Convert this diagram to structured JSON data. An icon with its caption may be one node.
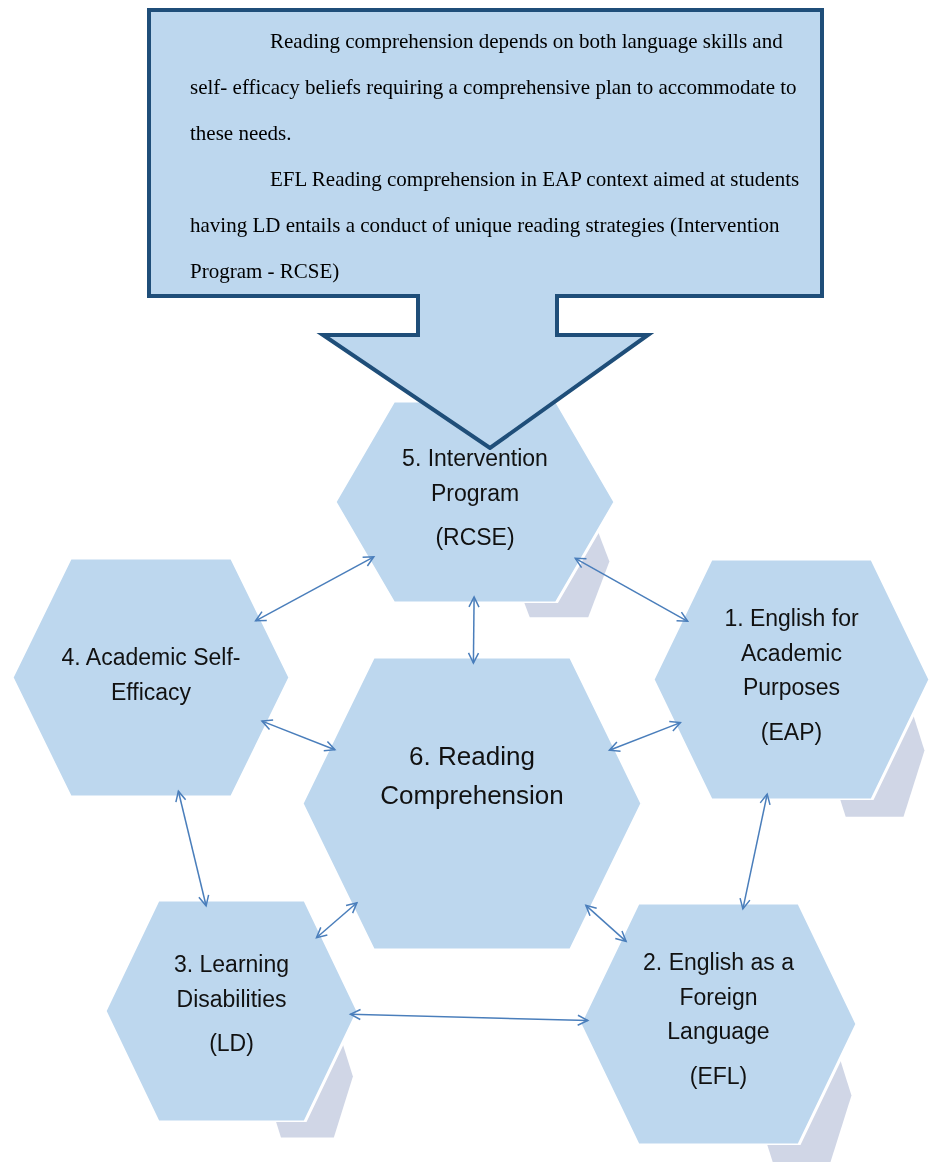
{
  "diagram": {
    "nodes": [
      {
        "text": [
          "Reading comprehension depends on both language skills and self- efficacy beliefs requiring a comprehensive plan to accommodate to these needs.",
          "EFL Reading comprehension in EAP context aimed at students having LD entails a conduct of unique reading strategies (Intervention Program - RCSE)"
        ]
      },
      {
        "text": [
          "5. Intervention Program",
          "(RCSE)"
        ]
      },
      {
        "text": [
          "4. Academic Self- Efficacy"
        ]
      },
      {
        "text": [
          "1. English for Academic Purposes",
          "(EAP)"
        ]
      },
      {
        "text": [
          "6. Reading Comprehension"
        ]
      },
      {
        "text": [
          "3. Learning Disabilities",
          "(LD)"
        ]
      },
      {
        "text": [
          "2. English as a Foreign Language",
          "(EFL)"
        ]
      }
    ],
    "edges": [
      {
        "from": 2,
        "to": 1,
        "arrow": "both"
      },
      {
        "from": 1,
        "to": 3,
        "arrow": "both"
      },
      {
        "from": 1,
        "to": 4,
        "arrow": "both"
      },
      {
        "from": 2,
        "to": 4,
        "arrow": "both"
      },
      {
        "from": 3,
        "to": 4,
        "arrow": "both"
      },
      {
        "from": 2,
        "to": 5,
        "arrow": "both"
      },
      {
        "from": 3,
        "to": 6,
        "arrow": "both"
      },
      {
        "from": 4,
        "to": 5,
        "arrow": "both"
      },
      {
        "from": 4,
        "to": 6,
        "arrow": "both"
      },
      {
        "from": 5,
        "to": 6,
        "arrow": "both"
      }
    ]
  }
}
